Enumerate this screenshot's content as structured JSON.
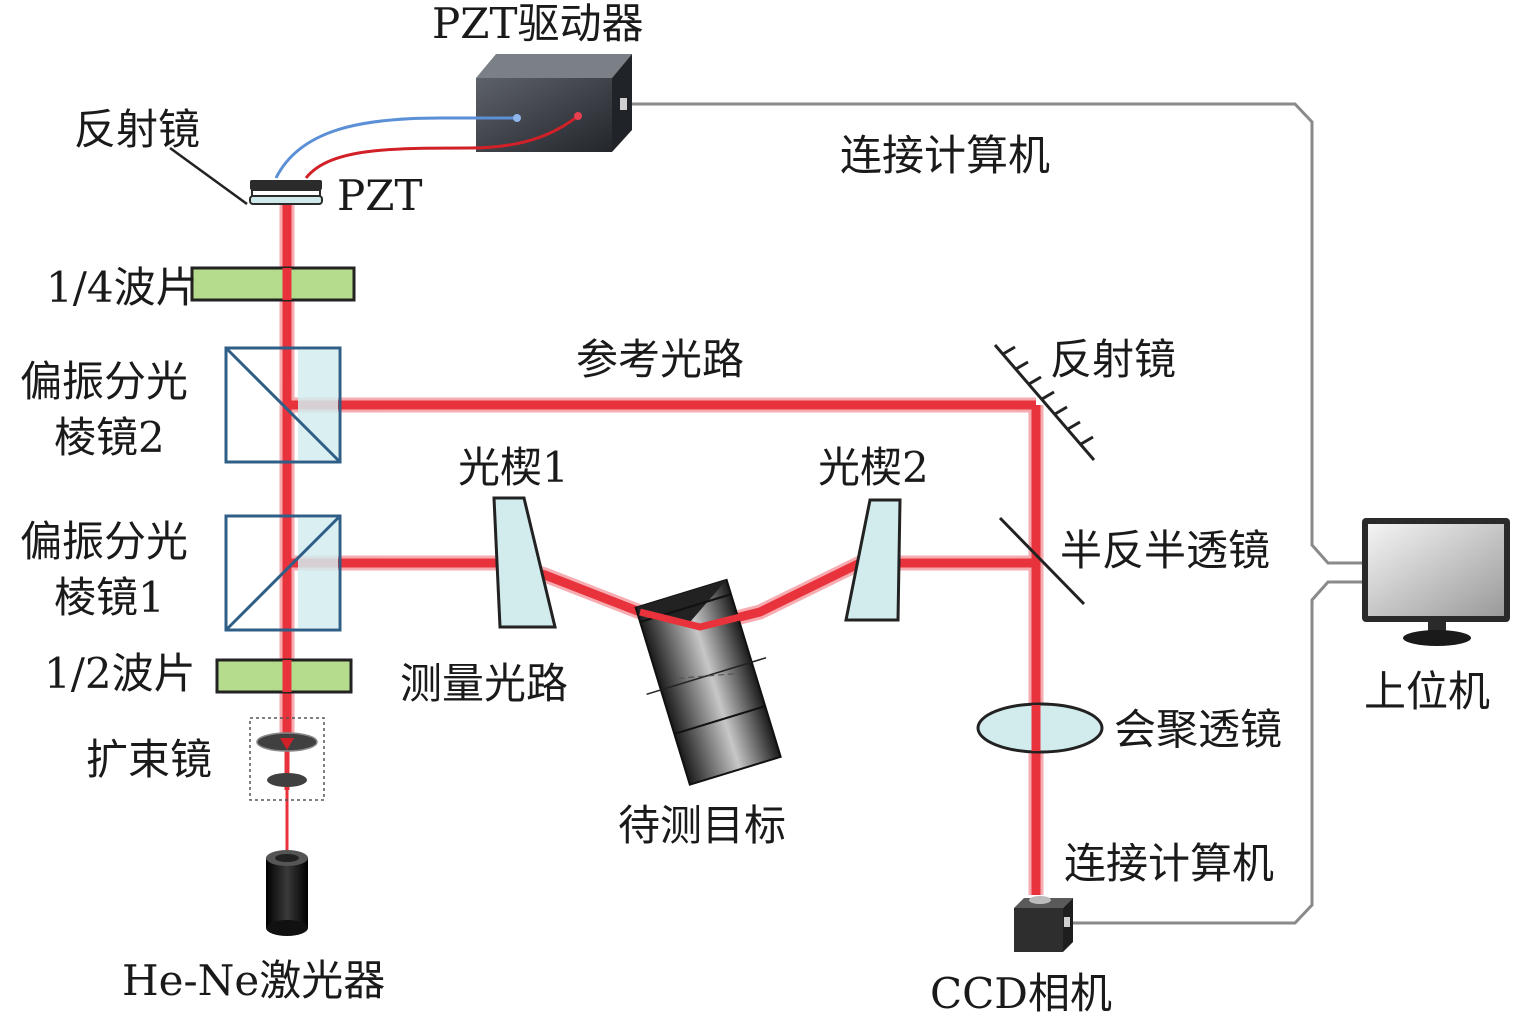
{
  "labels": {
    "pzt_driver": "PZT驱动器",
    "top_mirror": "反射镜",
    "pzt": "PZT",
    "connect_computer_top": "连接计算机",
    "quarter_wave": "1/4波片",
    "pbs2_line1": "偏振分光",
    "pbs2_line2": "棱镜2",
    "reference_path": "参考光路",
    "right_mirror": "反射镜",
    "wedge1": "光楔1",
    "wedge2": "光楔2",
    "pbs1_line1": "偏振分光",
    "pbs1_line2": "棱镜1",
    "half_mirror": "半反半透镜",
    "half_wave": "1/2波片",
    "measurement_path": "测量光路",
    "host_computer": "上位机",
    "beam_expander": "扩束镜",
    "converging_lens": "会聚透镜",
    "target": "待测目标",
    "connect_computer_bottom": "连接计算机",
    "laser": "He-Ne激光器",
    "ccd": "CCD相机"
  },
  "colors": {
    "beam": "#e8323c",
    "beam_glow": "#f5a3a8",
    "prism_fill": "#d2ecee",
    "prism_stroke": "#2f5f86",
    "waveplate_fill": "#b5dc8c",
    "cable_gray": "#888888",
    "wire_blue": "#5b8fd6",
    "wire_red": "#d12028"
  }
}
